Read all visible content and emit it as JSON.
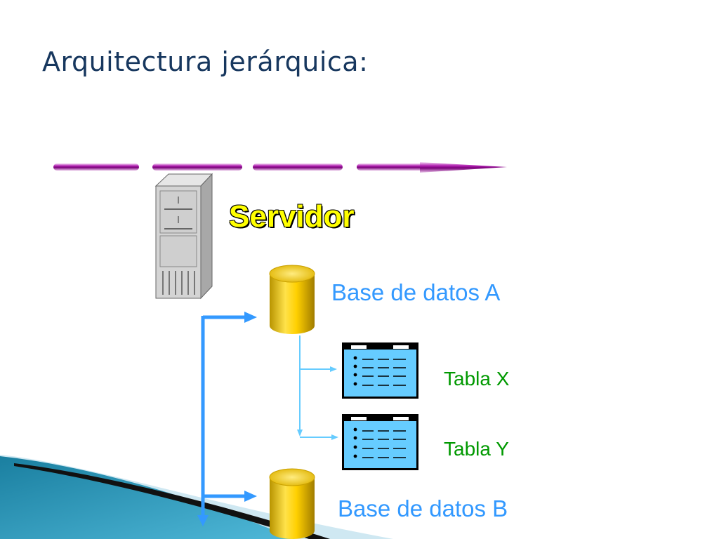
{
  "slide": {
    "title": "Arquitectura jerárquica:"
  },
  "diagram": {
    "server": {
      "label": "Servidor",
      "icon": "server-tower-icon"
    },
    "databases": [
      {
        "label": "Base de datos A",
        "icon": "database-cylinder-icon"
      },
      {
        "label": "Base de datos B",
        "icon": "database-cylinder-icon"
      }
    ],
    "tables": [
      {
        "label": "Tabla X",
        "icon": "table-window-icon"
      },
      {
        "label": "Tabla Y",
        "icon": "table-window-icon"
      }
    ]
  },
  "colors": {
    "title": "#17375e",
    "server_label": "#ffff00",
    "database_label": "#3399ff",
    "table_label": "#009900",
    "hierarchy_arrow": "#3399ff",
    "table_arrow": "#66ccff",
    "flow_arrow": "#990099",
    "database_fill": "#ffd700",
    "table_fill": "#66ccff"
  }
}
